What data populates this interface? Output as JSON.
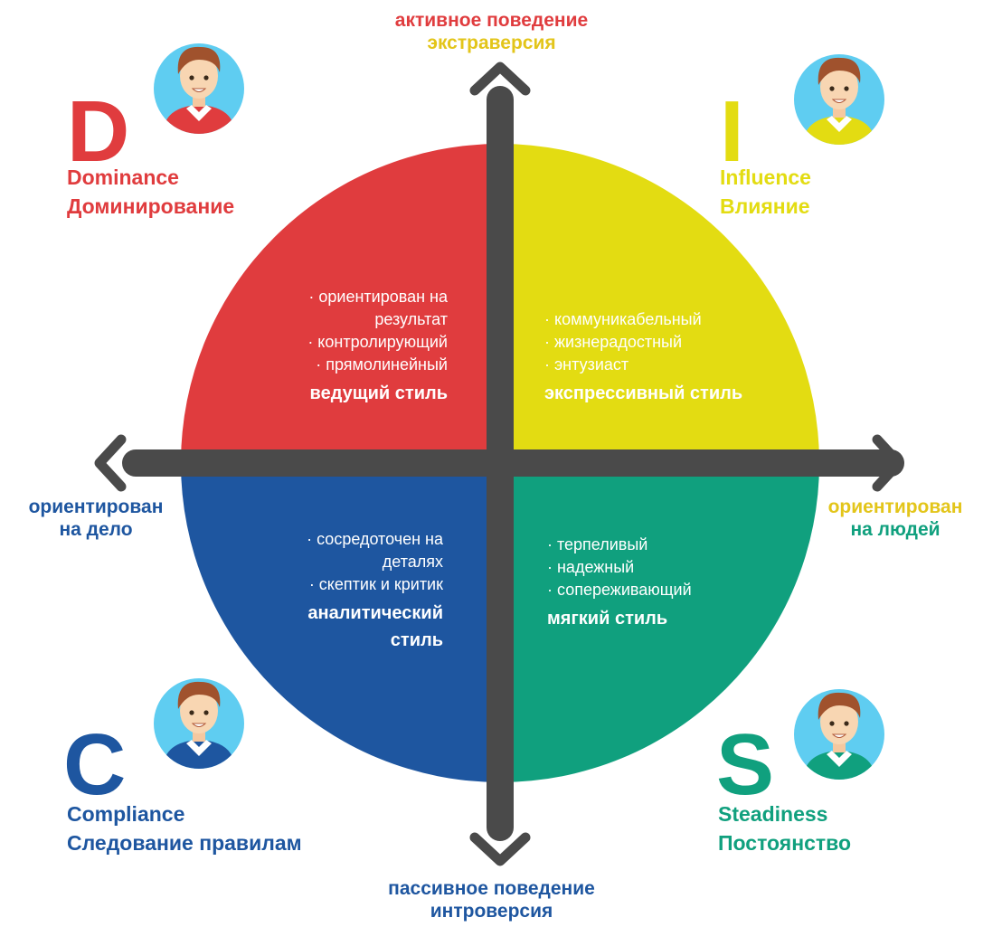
{
  "colors": {
    "d": "#e03c3e",
    "i": "#e3dc12",
    "c": "#1e56a0",
    "s": "#10a07e",
    "axis": "#4a4a4a",
    "top_label": "#e03c3e",
    "top_label_2": "#e3c51a",
    "bottom_label": "#1e56a0",
    "left_label": "#1e56a0",
    "right_label": "#e3c51a",
    "right_label_2": "#10a07e"
  },
  "axes": {
    "top": {
      "line1": "активное поведение",
      "line2": "экстраверсия"
    },
    "bottom": {
      "line1": "пассивное поведение",
      "line2": "интроверсия"
    },
    "left": {
      "line1": "ориентирован",
      "line2": "на дело"
    },
    "right": {
      "line1": "ориентирован",
      "line2": "на людей"
    }
  },
  "types": {
    "d": {
      "letter": "D",
      "name_en": "Dominance",
      "name_ru": "Доминирование",
      "icon": "person-avatar-red-icon"
    },
    "i": {
      "letter": "I",
      "name_en": "Influence",
      "name_ru": "Влияние",
      "icon": "person-avatar-yellow-icon"
    },
    "c": {
      "letter": "C",
      "name_en": "Compliance",
      "name_ru": "Следование правилам",
      "icon": "person-avatar-blue-icon"
    },
    "s": {
      "letter": "S",
      "name_en": "Steadiness",
      "name_ru": "Постоянство",
      "icon": "person-avatar-green-icon"
    }
  },
  "quadrants": {
    "d": {
      "bullets": [
        "· ориентирован на",
        "результат",
        "· контролирующий",
        "· прямолинейный"
      ],
      "style": "ведущий стиль"
    },
    "i": {
      "bullets": [
        "· коммуникабельный",
        "· жизнерадостный",
        "· энтузиаст"
      ],
      "style": "экспрессивный стиль"
    },
    "c": {
      "bullets": [
        "· сосредоточен на",
        "деталях",
        "· скептик и критик"
      ],
      "style_line1": "аналитический",
      "style_line2": "стиль"
    },
    "s": {
      "bullets": [
        "· терпеливый",
        "· надежный",
        "· сопереживающий"
      ],
      "style": "мягкий стиль"
    }
  }
}
